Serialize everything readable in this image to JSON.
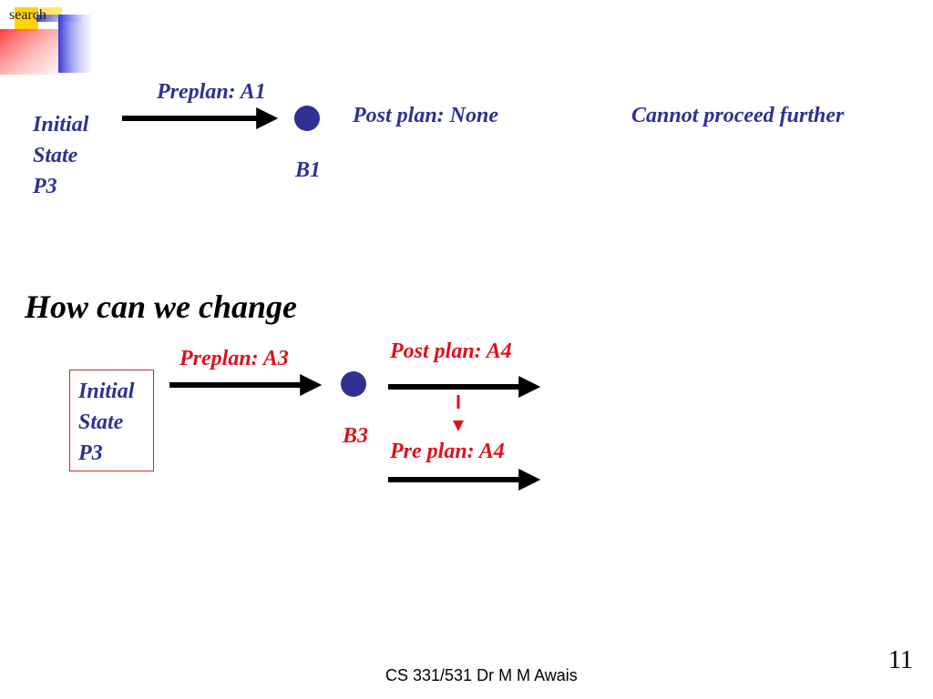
{
  "logo": {
    "text": "search"
  },
  "top_diagram": {
    "initial_state": [
      "Initial",
      "State",
      "P3"
    ],
    "preplan": "Preplan: A1",
    "node": "B1",
    "postplan": "Post plan: None",
    "note": "Cannot proceed further"
  },
  "heading": "How can we change",
  "bottom_diagram": {
    "initial_state": [
      "Initial",
      "State",
      "P3"
    ],
    "preplan": "Preplan: A3",
    "node": "B3",
    "postplan": "Post plan: A4",
    "preplan2": "Pre plan: A4"
  },
  "footer": "CS 331/531 Dr M M Awais",
  "page_number": "11",
  "colors": {
    "blue_text": "#2e3192",
    "red_text": "#e0101a",
    "node": "#2e3192"
  }
}
